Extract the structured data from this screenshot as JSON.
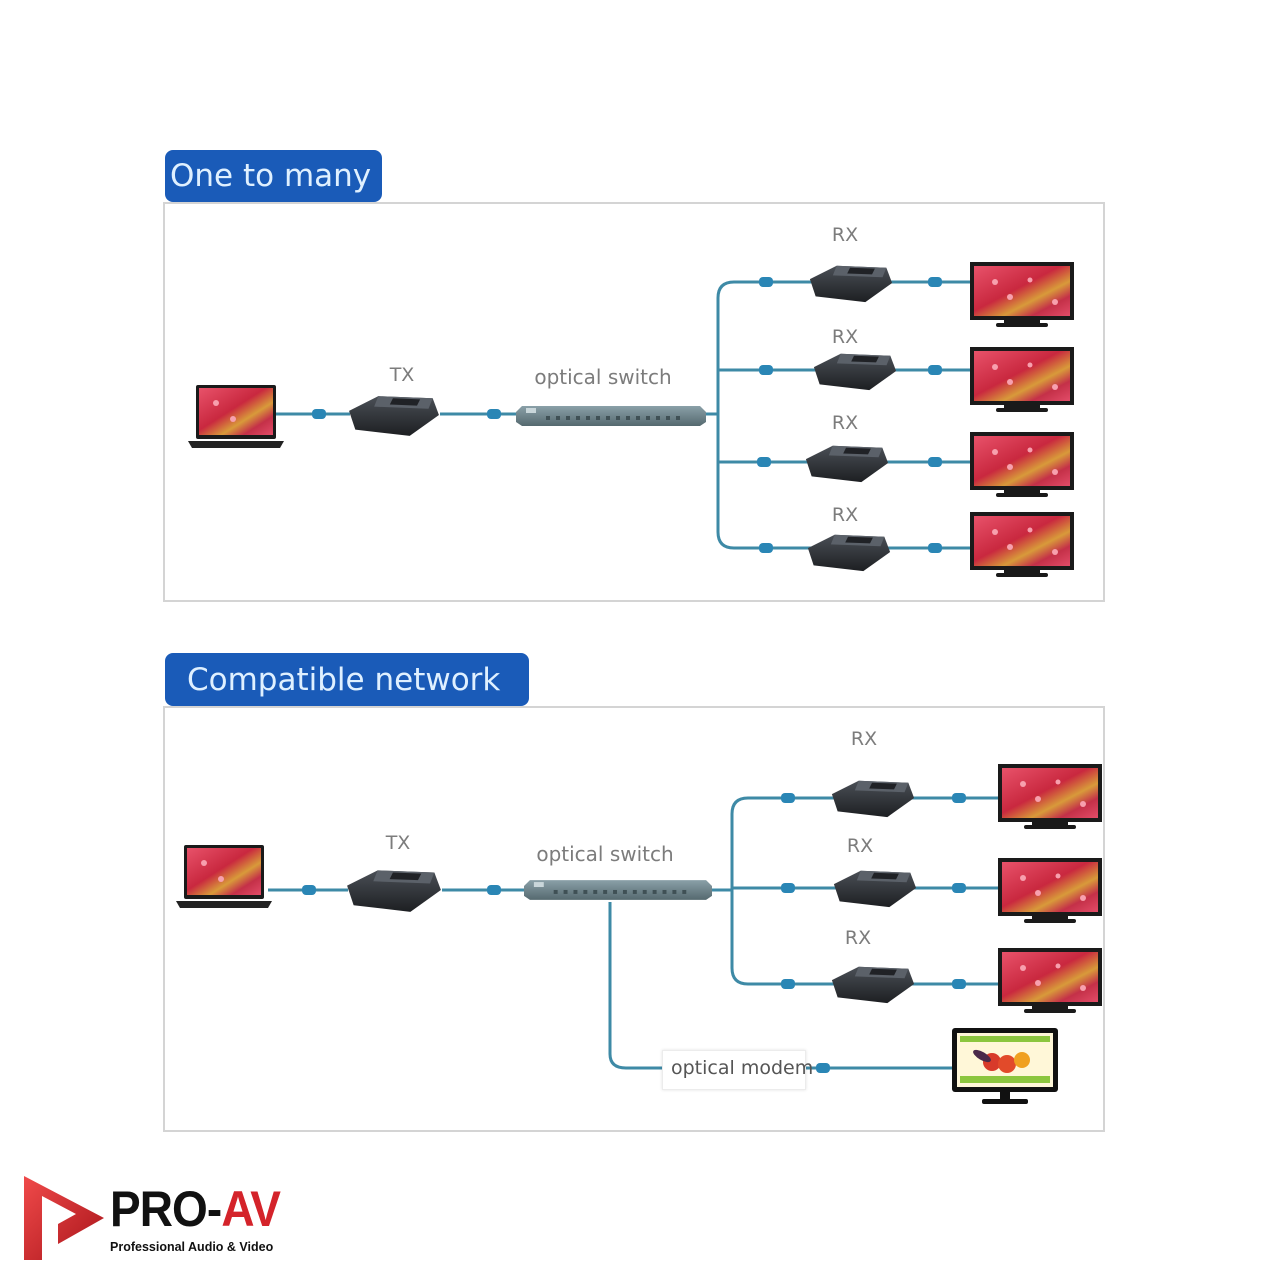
{
  "sections": [
    {
      "title": "One to many",
      "source": {
        "label": "",
        "icon": "laptop-icon"
      },
      "transmitter": {
        "label": "TX",
        "icon": "transmitter-box-icon"
      },
      "switch": {
        "label": "optical switch",
        "icon": "optical-switch-icon"
      },
      "receivers": [
        {
          "label": "RX",
          "icon": "receiver-box-icon",
          "display": "tv-icon"
        },
        {
          "label": "RX",
          "icon": "receiver-box-icon",
          "display": "tv-icon"
        },
        {
          "label": "RX",
          "icon": "receiver-box-icon",
          "display": "tv-icon"
        },
        {
          "label": "RX",
          "icon": "receiver-box-icon",
          "display": "tv-icon"
        }
      ]
    },
    {
      "title": "Compatible network",
      "source": {
        "label": "",
        "icon": "laptop-icon"
      },
      "transmitter": {
        "label": "TX",
        "icon": "transmitter-box-icon"
      },
      "switch": {
        "label": "optical switch",
        "icon": "optical-switch-icon"
      },
      "receivers": [
        {
          "label": "RX",
          "icon": "receiver-box-icon",
          "display": "tv-icon"
        },
        {
          "label": "RX",
          "icon": "receiver-box-icon",
          "display": "tv-icon"
        },
        {
          "label": "RX",
          "icon": "receiver-box-icon",
          "display": "tv-icon"
        }
      ],
      "modem": {
        "label": "optical modem",
        "display": "monitor-icon"
      }
    }
  ],
  "logo": {
    "brand_main": "PRO-",
    "brand_accent": "AV",
    "tagline": "Professional Audio & Video"
  },
  "colors": {
    "tab_bg": "#1a5bb8",
    "tab_text": "#dff0ff",
    "wire": "#3e8aa6",
    "connector": "#2a86b5",
    "device": "#2c2f33",
    "screen": "#d8344a",
    "logo_red": "#d4232a"
  }
}
